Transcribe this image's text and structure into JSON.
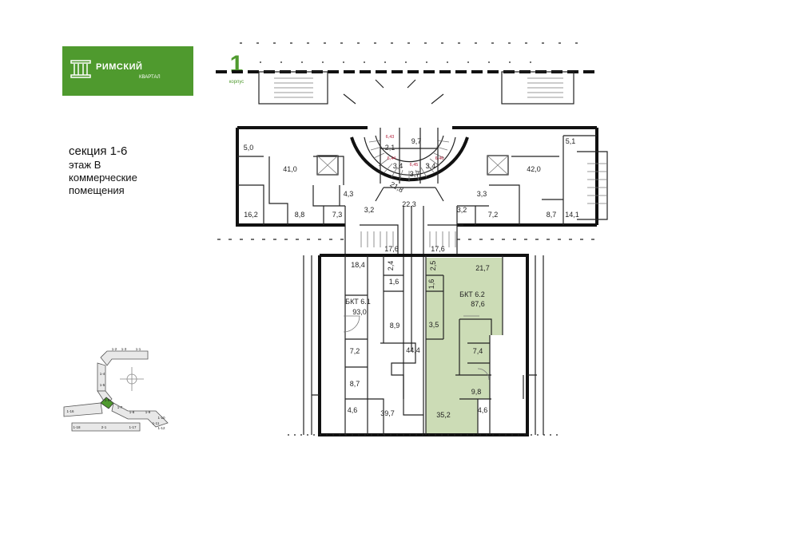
{
  "logo": {
    "brand": "РИМСКИЙ",
    "sub": "КВАРТАЛ",
    "building_number": "1",
    "building_word": "корпус",
    "color": "#4f9a2e"
  },
  "caption": {
    "section": "секция 1-6",
    "floor": "этаж В",
    "line3": "коммерческие",
    "line4": "помещения"
  },
  "highlight_color": "#ccdcb6",
  "rooms": {
    "r50": "5,0",
    "r410": "41,0",
    "r162": "16,2",
    "r88": "8,8",
    "r43": "4,3",
    "r73": "7,3",
    "r32a": "3,2",
    "r218": "21,8",
    "r223": "22,3",
    "r32b": "3,2",
    "r33": "3,3",
    "r72a": "7,2",
    "r87a": "8,7",
    "r141": "14,1",
    "r420": "42,0",
    "r51": "5,1",
    "r97": "9,7",
    "r21": "2,1",
    "r34a": "3,4",
    "r37": "3,7",
    "r34b": "3,4",
    "s643": "6,43",
    "s644": "6,44",
    "s645": "6,45",
    "s646": "6,46",
    "r176a": "17,6",
    "r176b": "17,6",
    "r184": "18,4",
    "r24": "2,4",
    "r16a": "1,6",
    "bkt61": "БКТ 6.1",
    "r930": "93,0",
    "r89": "8,9",
    "r444": "44,4",
    "r72b": "7,2",
    "r87b": "8,7",
    "r46a": "4,6",
    "r397": "39,7",
    "r25": "2,5",
    "r16b": "1,6",
    "r217": "21,7",
    "bkt62": "БКТ 6.2",
    "r876": "87,6",
    "r35": "3,5",
    "r74": "7,4",
    "r98": "9,8",
    "r352": "35,2",
    "r46b": "4,6"
  },
  "minimap": {
    "labels": [
      "1-3",
      "1-2",
      "1-1",
      "1-4",
      "1-5",
      "1-6",
      "1-7",
      "1-8",
      "1-9",
      "1-10",
      "1-11",
      "1-12",
      "2-1",
      "1-16",
      "1-17",
      "1-18"
    ]
  }
}
